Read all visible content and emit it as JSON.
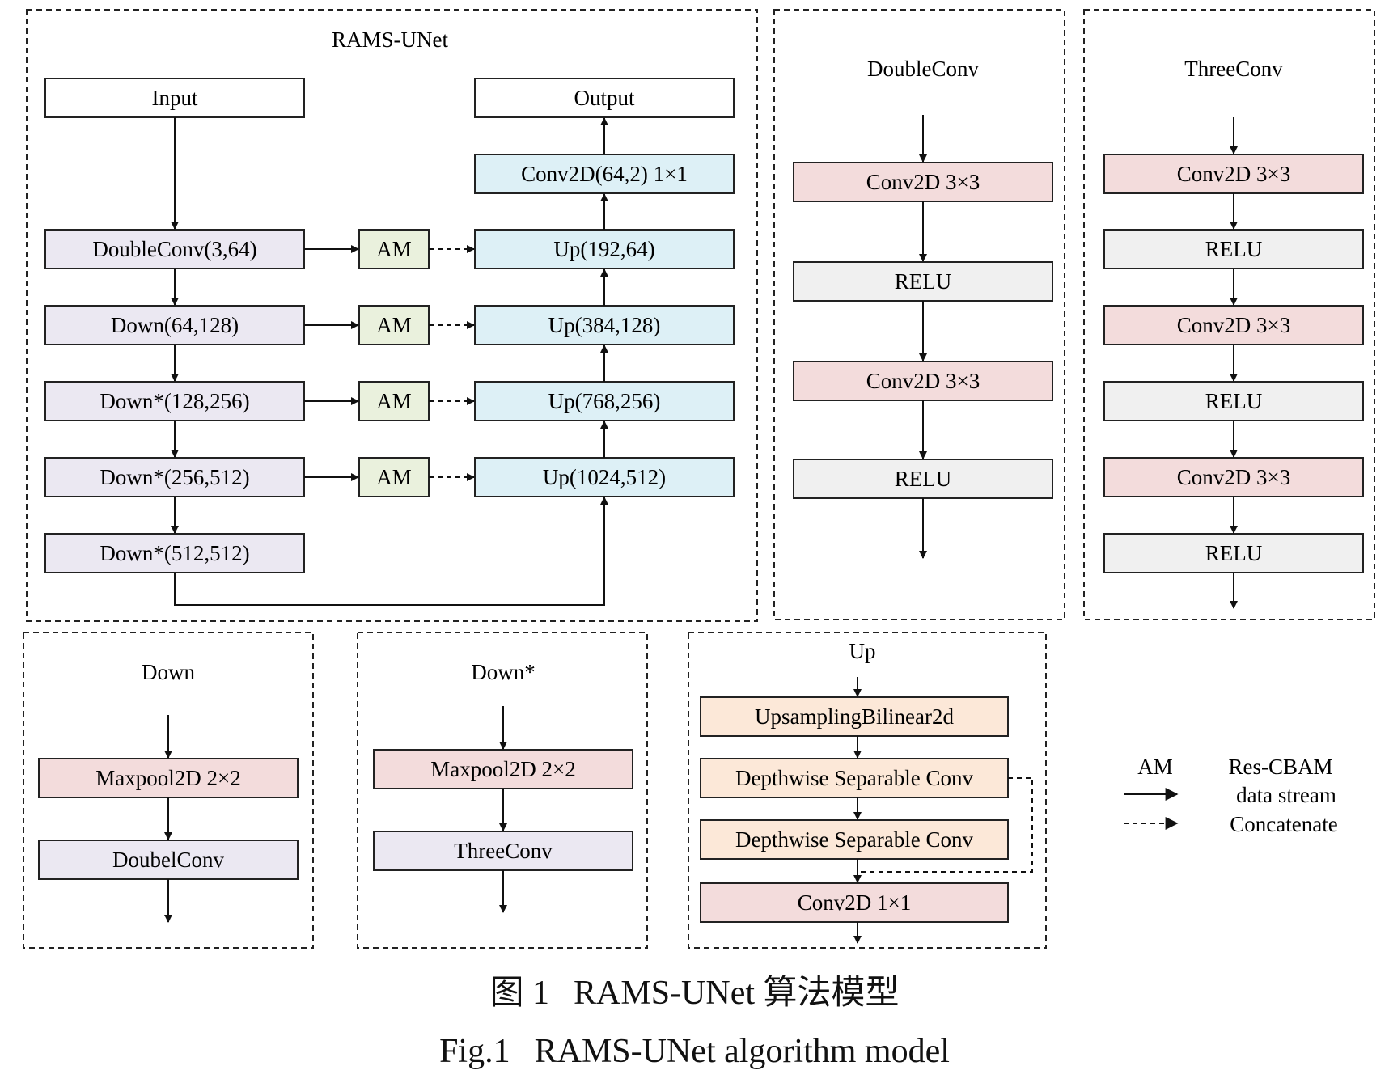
{
  "colors": {
    "encoder": "#ebe8f2",
    "decoder": "#ddf0f6",
    "am": "#eaf1dd",
    "conv": "#f3dcdc",
    "relu": "#f0f0f0",
    "plain": "#ffffff",
    "up_block": "#fce8d8",
    "stroke": "#222222"
  },
  "main": {
    "title": "RAMS-UNet",
    "input": "Input",
    "output": "Output",
    "encoder": [
      "DoubleConv(3,64)",
      "Down(64,128)",
      "Down*(128,256)",
      "Down*(256,512)",
      "Down*(512,512)"
    ],
    "am_label": "AM",
    "decoder": [
      "Conv2D(64,2) 1×1",
      "Up(192,64)",
      "Up(384,128)",
      "Up(768,256)",
      "Up(1024,512)"
    ]
  },
  "double_conv": {
    "title": "DoubleConv",
    "layers": [
      "Conv2D 3×3",
      "RELU",
      "Conv2D 3×3",
      "RELU"
    ]
  },
  "three_conv": {
    "title": "ThreeConv",
    "layers": [
      "Conv2D 3×3",
      "RELU",
      "Conv2D 3×3",
      "RELU",
      "Conv2D 3×3",
      "RELU"
    ]
  },
  "down": {
    "title": "Down",
    "layers": [
      "Maxpool2D 2×2",
      "DoubelConv"
    ]
  },
  "down_star": {
    "title": "Down*",
    "layers": [
      "Maxpool2D 2×2",
      "ThreeConv"
    ]
  },
  "up": {
    "title": "Up",
    "layers": [
      "UpsamplingBilinear2d",
      "Depthwise Separable Conv",
      "Depthwise Separable Conv",
      "Conv2D 1×1"
    ]
  },
  "legend": {
    "am_key": "AM",
    "am_value": "Res-CBAM",
    "data_stream": "data stream",
    "concatenate": "Concatenate"
  },
  "caption": {
    "cn_prefix": "图 1",
    "cn_text": "RAMS-UNet 算法模型",
    "en_prefix": "Fig.1",
    "en_text": "RAMS-UNet algorithm model"
  }
}
